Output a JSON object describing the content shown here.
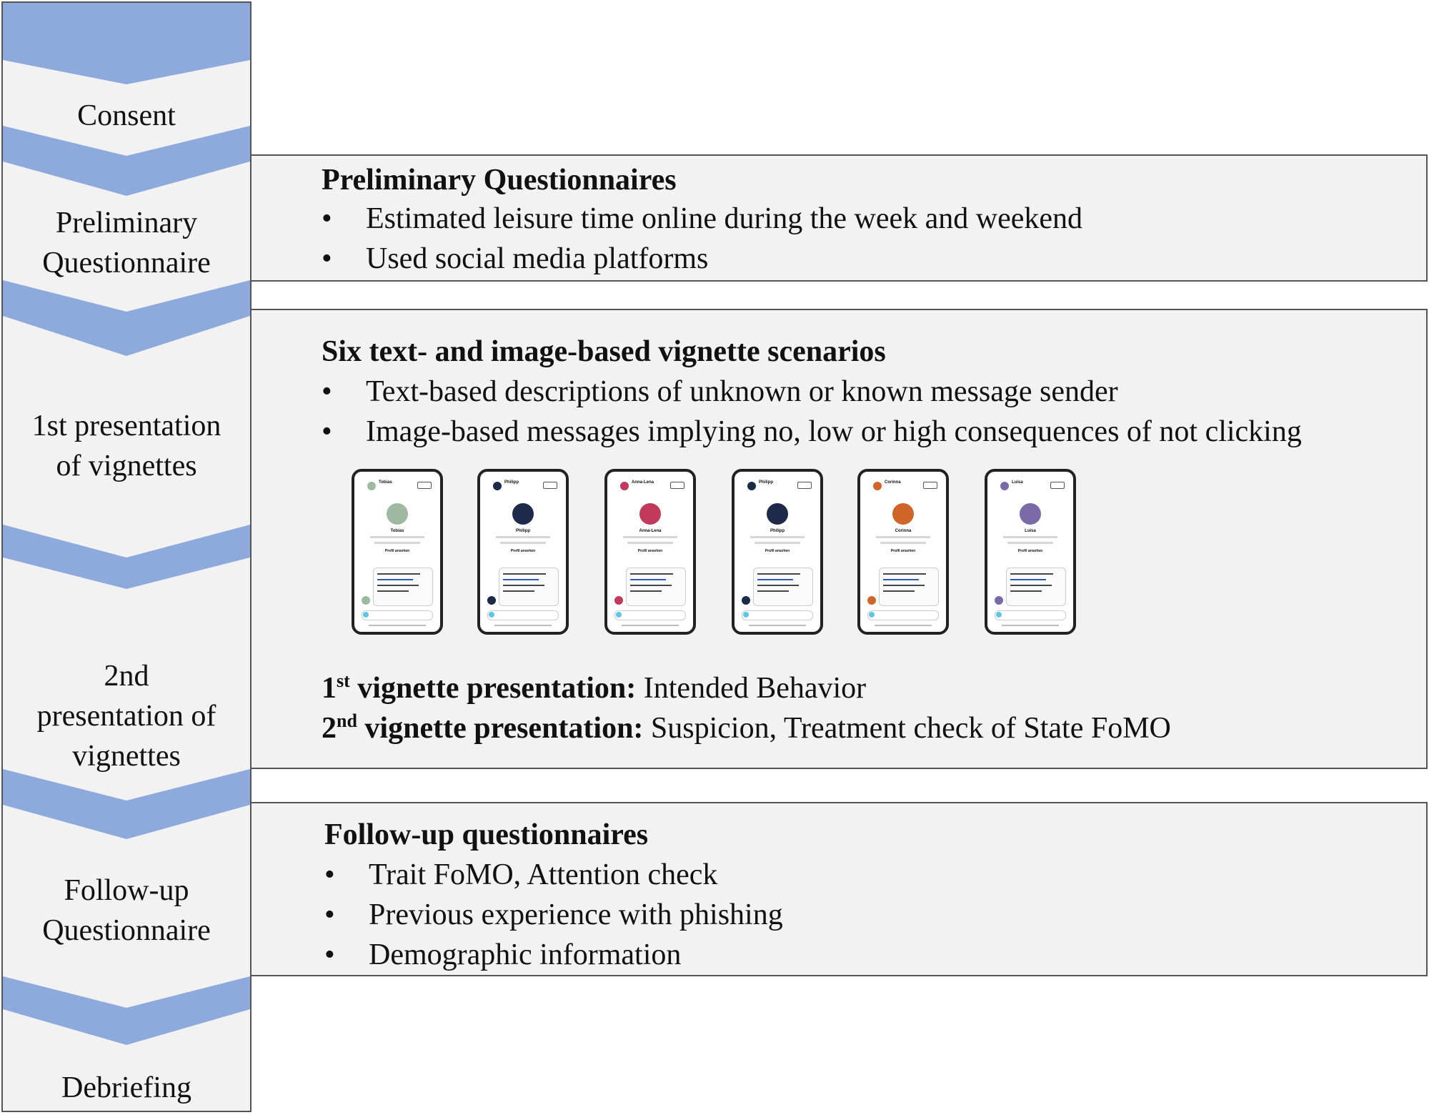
{
  "stages": [
    {
      "lines": [
        "Consent"
      ]
    },
    {
      "lines": [
        "Preliminary",
        "Questionnaire"
      ]
    },
    {
      "lines": [
        "1st presentation",
        "of vignettes"
      ]
    },
    {
      "lines": [
        "2nd",
        "presentation of",
        "vignettes"
      ]
    },
    {
      "lines": [
        "Follow-up",
        "Questionnaire"
      ]
    },
    {
      "lines": [
        "Debriefing"
      ]
    }
  ],
  "box_preliminary": {
    "title": "Preliminary Questionnaires",
    "bullets": [
      "Estimated leisure time online during the week and weekend",
      "Used social media platforms"
    ]
  },
  "box_vignettes": {
    "title": "Six text- and image-based vignette scenarios",
    "bullets": [
      "Text-based descriptions of unknown or known message sender",
      "Image-based messages implying no, low or high consequences of not clicking"
    ],
    "presentation1": {
      "ord": "1",
      "sup": "st",
      "label": " vignette presentation:",
      "text": " Intended Behavior"
    },
    "presentation2": {
      "ord": "2",
      "sup": "nd",
      "label": " vignette presentation:",
      "text": " Suspicion, Treatment check of State FoMO"
    }
  },
  "box_followup": {
    "title": "Follow-up questionnaires",
    "bullets": [
      "Trait FoMO, Attention check",
      "Previous experience with phishing",
      "Demographic information"
    ]
  },
  "bullet_char": "•",
  "phones": [
    {
      "header": "Tobias",
      "name": "Tobias",
      "button": "Profil ansehen",
      "avatar_color": "#9fb8a0"
    },
    {
      "header": "Philipp",
      "name": "Philipp",
      "button": "Profil ansehen",
      "avatar_color": "#1e2a4a"
    },
    {
      "header": "Anna-Lena",
      "name": "Anna-Lena",
      "button": "Profil ansehen",
      "avatar_color": "#c23a5b"
    },
    {
      "header": "Philipp",
      "name": "Philipp",
      "button": "Profil ansehen",
      "avatar_color": "#1e2a4a"
    },
    {
      "header": "Corinna",
      "name": "Corinna",
      "button": "Profil ansehen",
      "avatar_color": "#d0652a"
    },
    {
      "header": "Luisa",
      "name": "Luisa",
      "button": "Profil ansehen",
      "avatar_color": "#7a6aa8"
    }
  ],
  "colors": {
    "chevron": "#8eaadc",
    "column_bg": "#f2f2f2",
    "box_bg": "#f2f2f2",
    "arrow": "#3a5a9a",
    "border": "#555555"
  }
}
